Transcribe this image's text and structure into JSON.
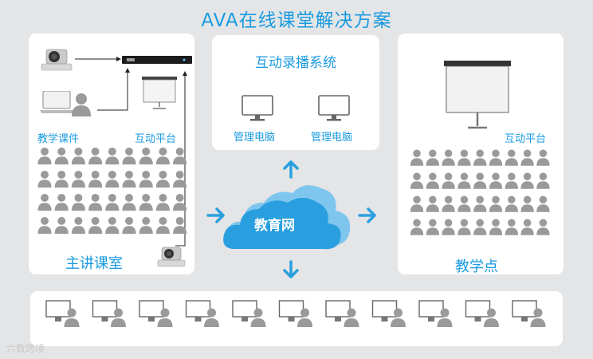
{
  "title": "AVA在线课堂解决方案",
  "main_classroom": {
    "courseware_label": "教学课件",
    "interactive_label": "互动平台",
    "name": "主讲课室"
  },
  "record_system": {
    "title": "互动录播系统",
    "pc1_label": "管理电脑",
    "pc2_label": "管理电脑"
  },
  "network": {
    "label": "教育网"
  },
  "teaching_point": {
    "interactive_label": "互动平台",
    "name": "教学点"
  },
  "watermark": "六数跨境",
  "colors": {
    "accent": "#1a9be0",
    "person": "#9a9a9a",
    "cloud": "#2a9fdf"
  }
}
